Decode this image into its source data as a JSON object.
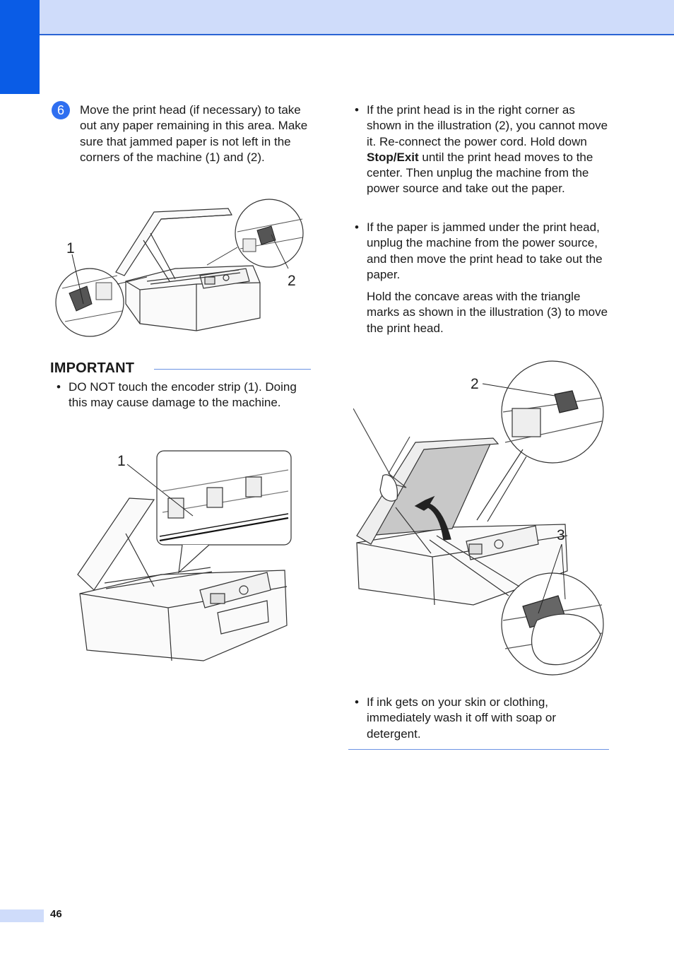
{
  "step": {
    "number": "6",
    "text": "Move the print head (if necessary) to take out any paper remaining in this area. Make sure that jammed paper is not left in the corners of the machine (1) and (2)."
  },
  "figure1": {
    "callout_1": "1",
    "callout_2": "2"
  },
  "important": {
    "title": "IMPORTANT",
    "items": [
      "DO NOT touch the encoder strip (1). Doing this may cause damage to the machine."
    ]
  },
  "figure2": {
    "callout_1": "1"
  },
  "right_bullets": {
    "b1_part1": "If the print head is in the right corner as shown in the illustration (2), you cannot move it. Re-connect the power cord. Hold down ",
    "b1_bold": "Stop/Exit",
    "b1_part2": " until the print head moves to the center. Then unplug the machine from the power source and take out the paper.",
    "b2": "If the paper is jammed under the print head, unplug the machine from the power source, and then move the print head to take out the paper.",
    "b2_followup": "Hold the concave areas with the triangle marks as shown in the illustration (3) to move the print head.",
    "b3": "If ink gets on your skin or clothing, immediately wash it off with soap or detergent."
  },
  "figure3": {
    "callout_2": "2",
    "callout_3": "3"
  },
  "bullet_symbol": "•",
  "page_number": "46"
}
